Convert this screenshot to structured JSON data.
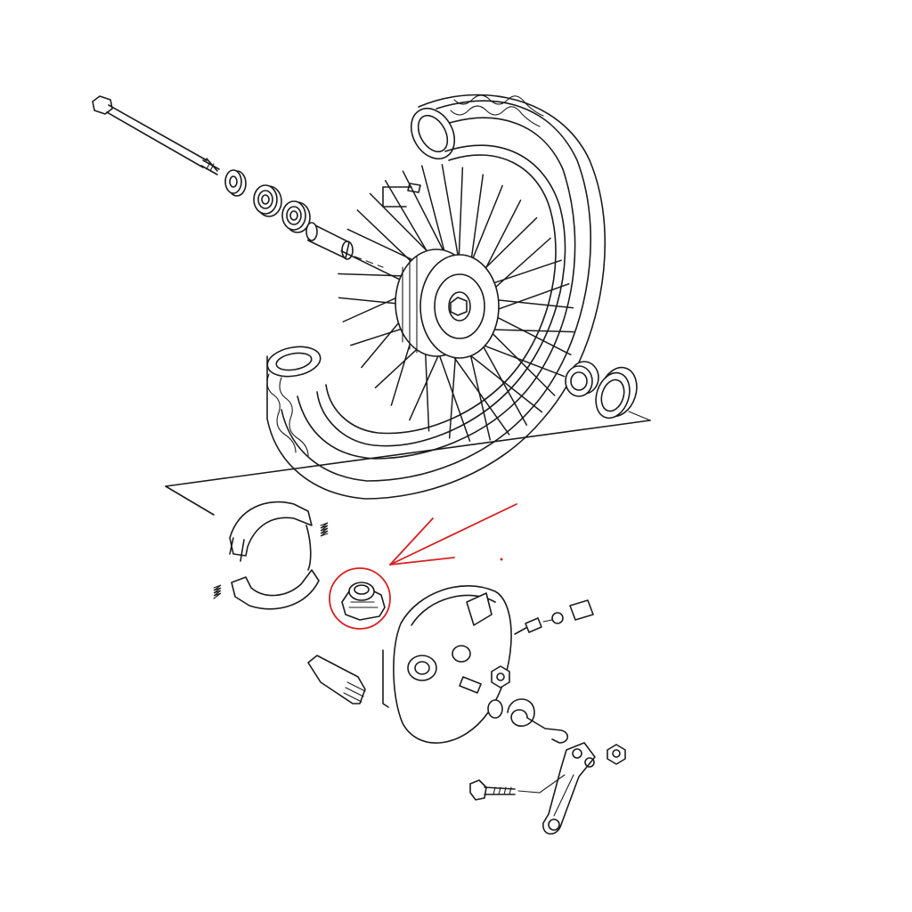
{
  "diagram": {
    "parts": [
      {
        "name": "front-axle-bolt"
      },
      {
        "name": "axle-spacer"
      },
      {
        "name": "wheel-bearing-left"
      },
      {
        "name": "wheel-bearing-center"
      },
      {
        "name": "axle-sleeve"
      },
      {
        "name": "spoked-wheel-rim"
      },
      {
        "name": "tyre"
      },
      {
        "name": "wheel-hub"
      },
      {
        "name": "right-bearing"
      },
      {
        "name": "dust-seal"
      },
      {
        "name": "brake-shoes"
      },
      {
        "name": "brake-springs"
      },
      {
        "name": "speedometer-gear"
      },
      {
        "name": "brake-panel"
      },
      {
        "name": "brake-cam-shaft"
      },
      {
        "name": "speedometer-drive-pinion"
      },
      {
        "name": "return-spring"
      },
      {
        "name": "brake-lever"
      },
      {
        "name": "lever-pinch-bolt"
      },
      {
        "name": "lever-nut"
      }
    ],
    "highlight": {
      "part": "speedometer-gear",
      "color": "#d62020"
    }
  }
}
